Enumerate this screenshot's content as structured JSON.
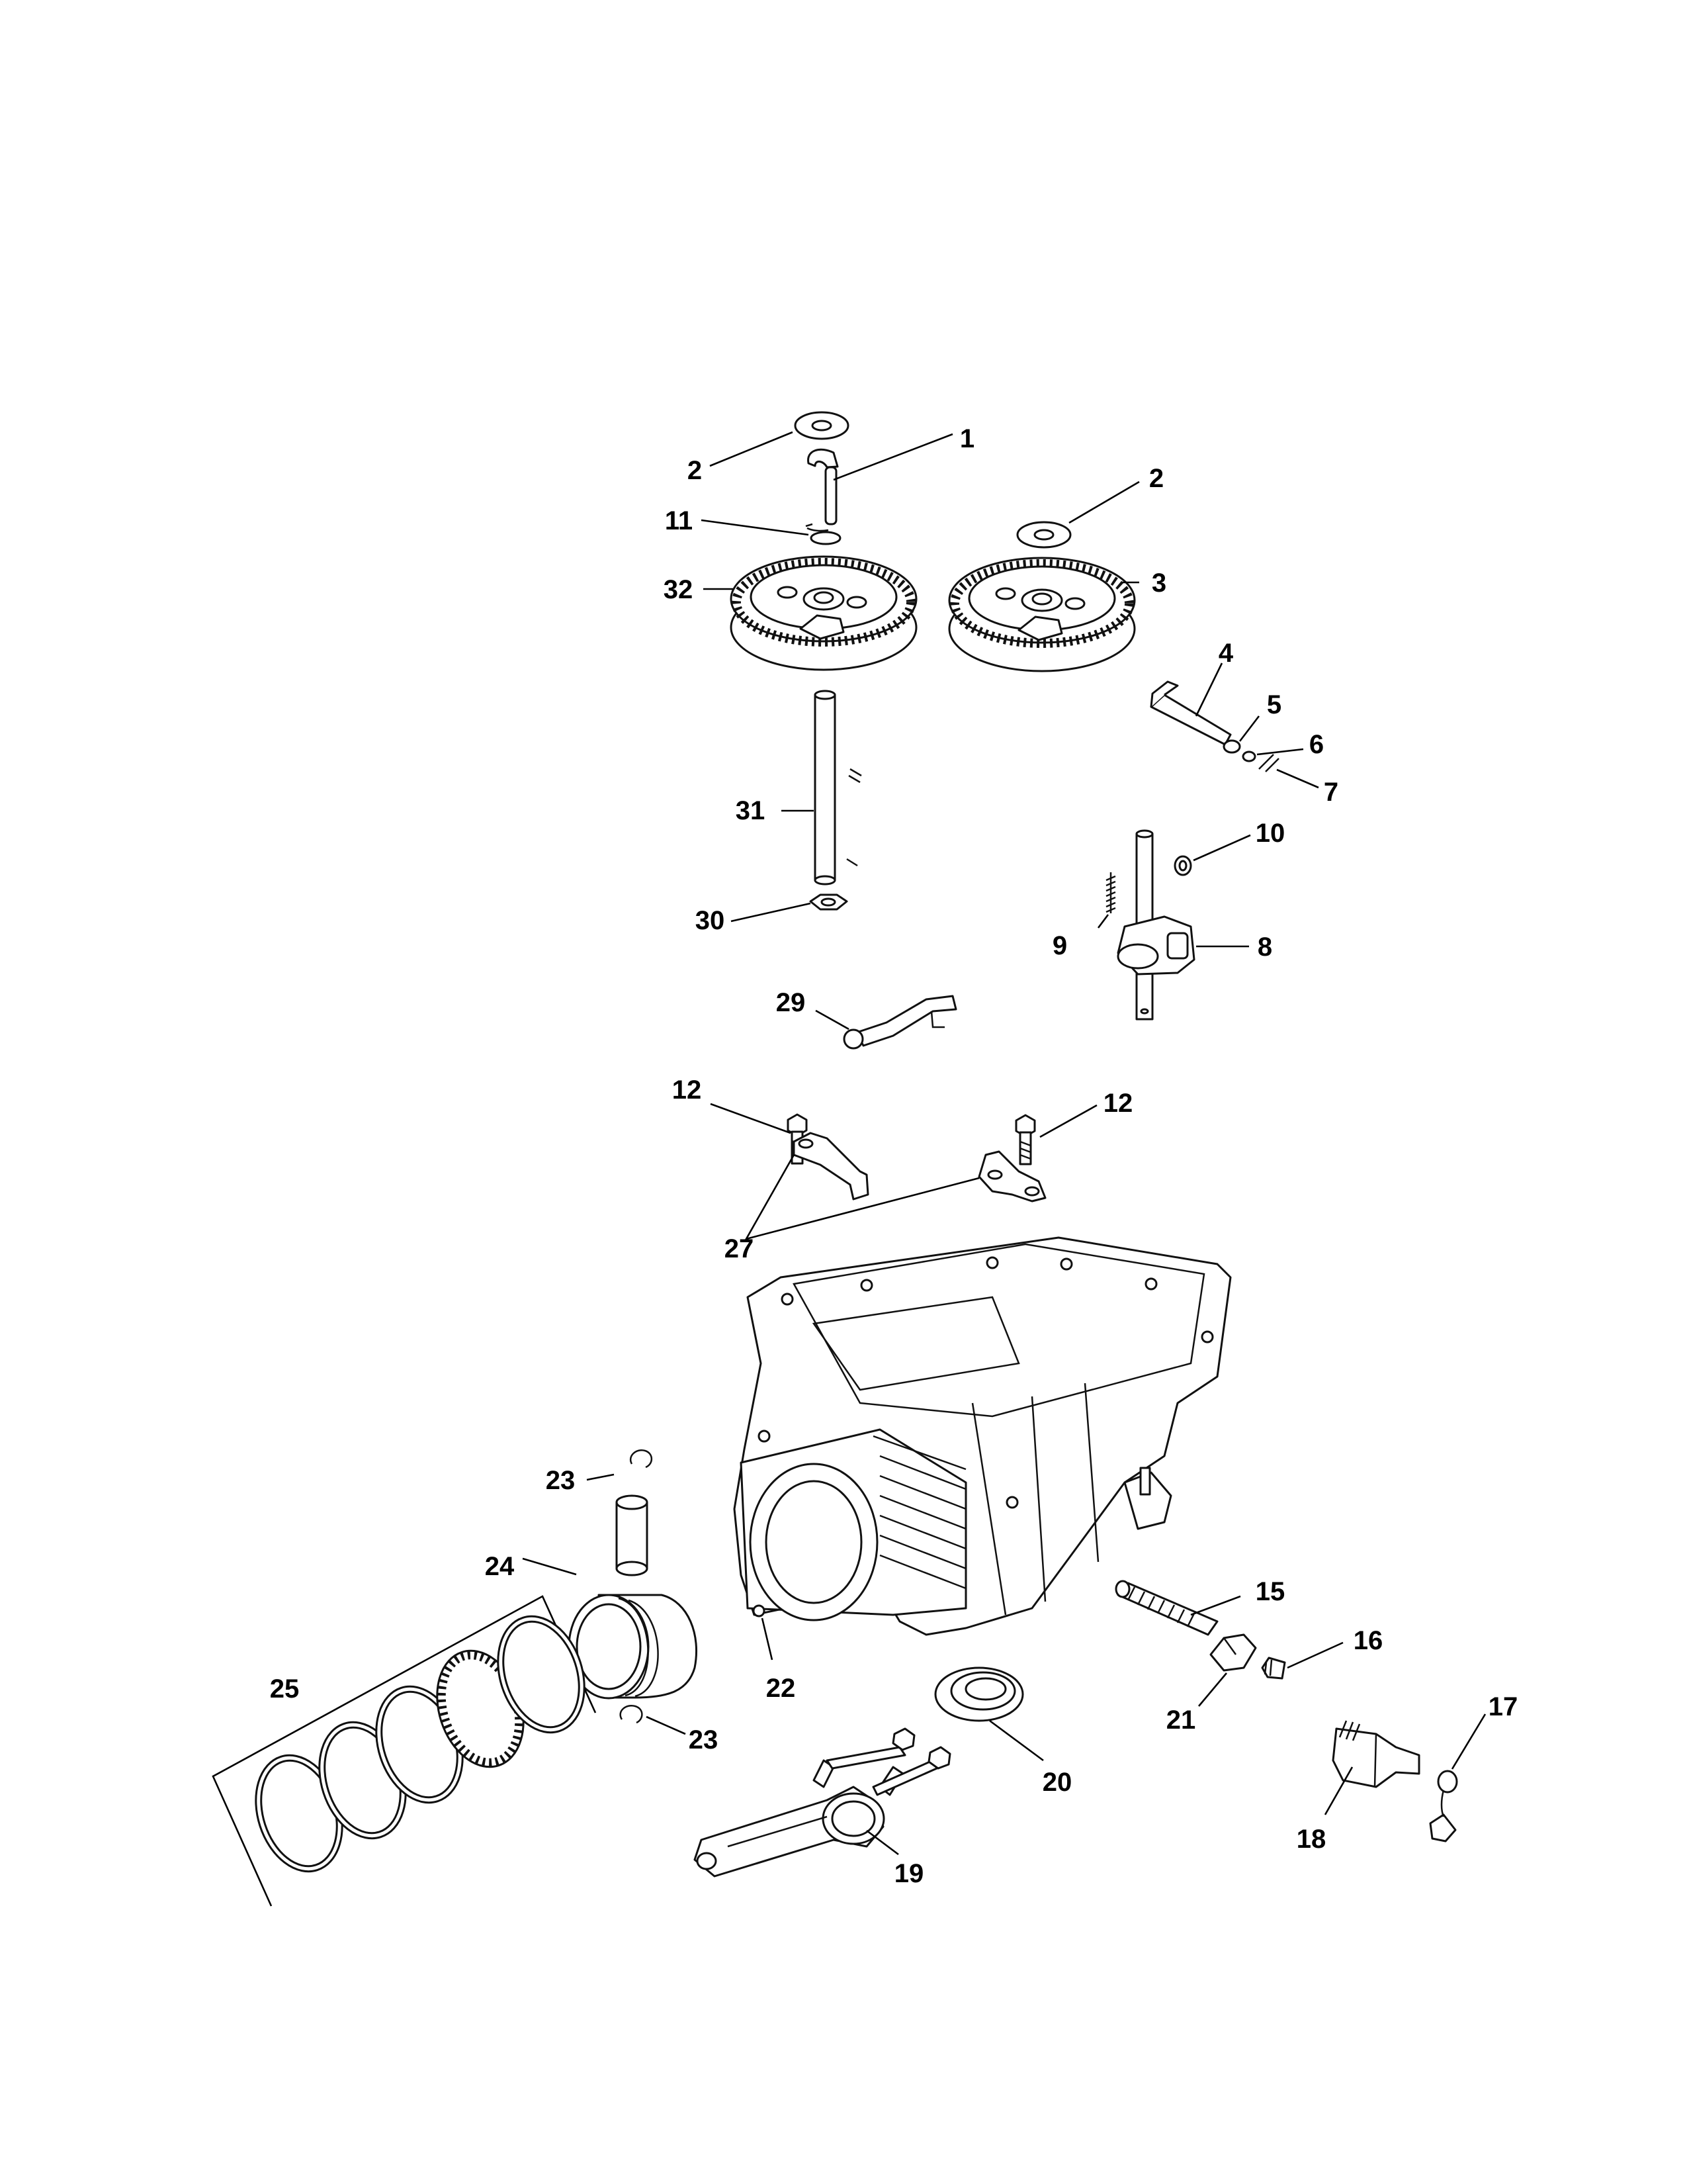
{
  "diagram": {
    "callouts": [
      {
        "id": "c1",
        "text": "1"
      },
      {
        "id": "c2a",
        "text": "2"
      },
      {
        "id": "c2b",
        "text": "2"
      },
      {
        "id": "c3",
        "text": "3"
      },
      {
        "id": "c4",
        "text": "4"
      },
      {
        "id": "c5",
        "text": "5"
      },
      {
        "id": "c6",
        "text": "6"
      },
      {
        "id": "c7",
        "text": "7"
      },
      {
        "id": "c8",
        "text": "8"
      },
      {
        "id": "c9",
        "text": "9"
      },
      {
        "id": "c10",
        "text": "10"
      },
      {
        "id": "c11",
        "text": "11"
      },
      {
        "id": "c12a",
        "text": "12"
      },
      {
        "id": "c12b",
        "text": "12"
      },
      {
        "id": "c15",
        "text": "15"
      },
      {
        "id": "c16",
        "text": "16"
      },
      {
        "id": "c17",
        "text": "17"
      },
      {
        "id": "c18",
        "text": "18"
      },
      {
        "id": "c19",
        "text": "19"
      },
      {
        "id": "c20",
        "text": "20"
      },
      {
        "id": "c21",
        "text": "21"
      },
      {
        "id": "c22",
        "text": "22"
      },
      {
        "id": "c23a",
        "text": "23"
      },
      {
        "id": "c23b",
        "text": "23"
      },
      {
        "id": "c24",
        "text": "24"
      },
      {
        "id": "c25",
        "text": "25"
      },
      {
        "id": "c27",
        "text": "27"
      },
      {
        "id": "c29",
        "text": "29"
      },
      {
        "id": "c30",
        "text": "30"
      },
      {
        "id": "c31",
        "text": "31"
      },
      {
        "id": "c32",
        "text": "32"
      }
    ]
  }
}
